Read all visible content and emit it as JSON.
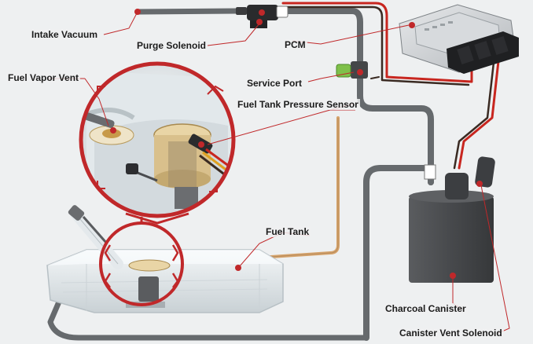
{
  "labels": {
    "intake_vacuum": "Intake Vacuum",
    "purge_solenoid": "Purge Solenoid",
    "pcm": "PCM",
    "fuel_vapor_vent": "Fuel Vapor Vent",
    "service_port": "Service Port",
    "fuel_tank_pressure_sensor": "Fuel Tank Pressure Sensor",
    "fuel_tank": "Fuel Tank",
    "charcoal_canister": "Charcoal Canister",
    "canister_vent_solenoid": "Canister Vent Solenoid"
  },
  "colors": {
    "background": "#eef0f1",
    "hose": "#666a6d",
    "wire_red": "#c8261f",
    "wire_dark": "#3a2a22",
    "leader_red": "#c0282a",
    "fuel_line": "#d6a36b",
    "canister": "#4a4c4f",
    "service_port_cap": "#7fc04a"
  }
}
